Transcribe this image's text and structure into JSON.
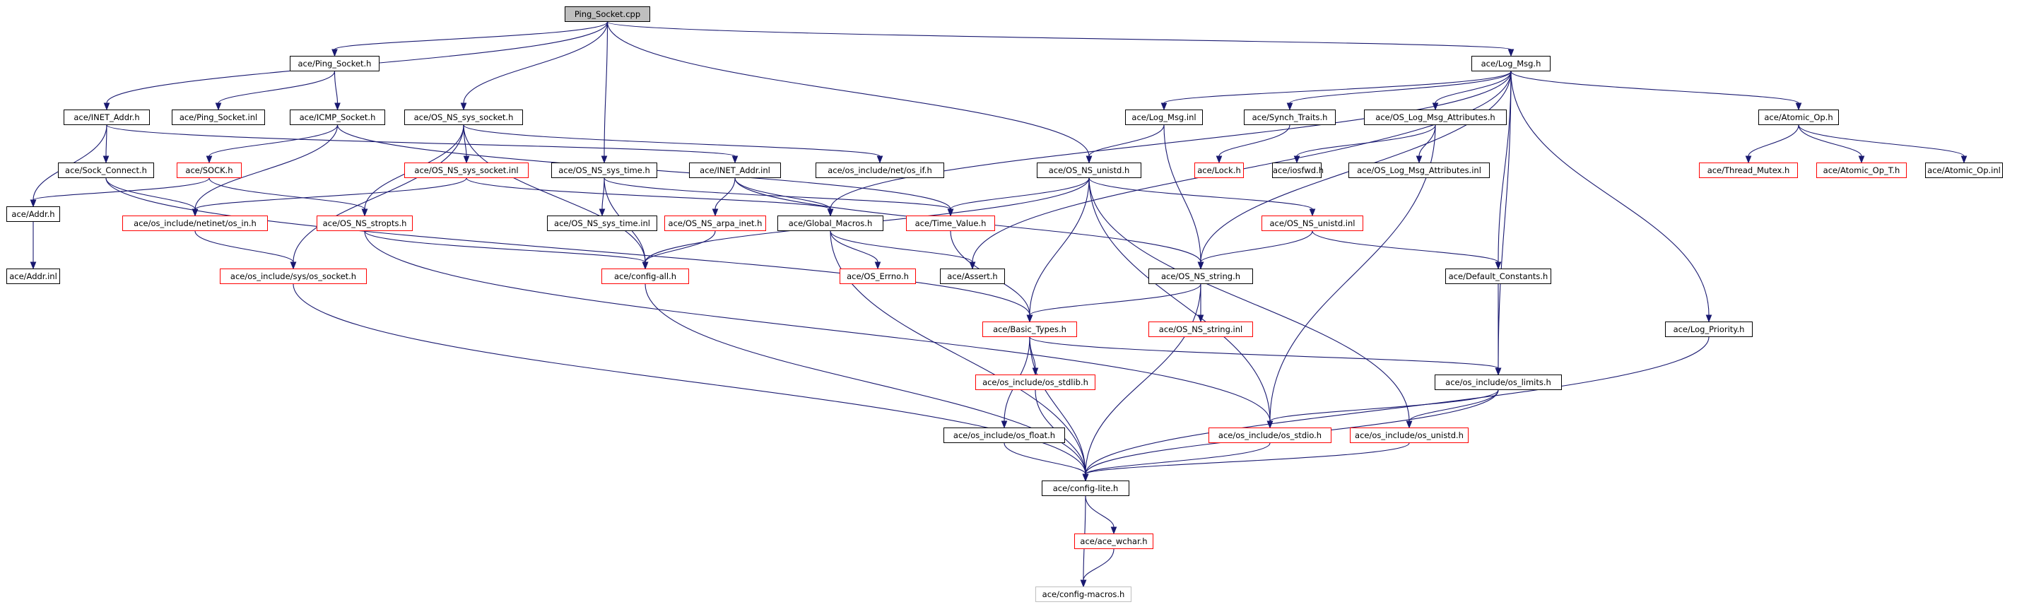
{
  "colors": {
    "edge": "#191970",
    "node_border": "#000000",
    "missing_node_border": "#ff0000",
    "grey_node_border": "#bfbfbf",
    "root_fill": "#bfbfbf"
  },
  "nodes": [
    {
      "id": "n0",
      "label": "Ping_Socket.cpp",
      "style": "root"
    },
    {
      "id": "n1",
      "label": "ace/Ping_Socket.h",
      "style": "normal"
    },
    {
      "id": "n2",
      "label": "ace/Log_Msg.h",
      "style": "normal"
    },
    {
      "id": "n3",
      "label": "ace/INET_Addr.h",
      "style": "normal"
    },
    {
      "id": "n4",
      "label": "ace/Ping_Socket.inl",
      "style": "normal"
    },
    {
      "id": "n5",
      "label": "ace/ICMP_Socket.h",
      "style": "normal"
    },
    {
      "id": "n6",
      "label": "ace/OS_NS_sys_socket.h",
      "style": "normal"
    },
    {
      "id": "n7",
      "label": "ace/Log_Msg.inl",
      "style": "normal"
    },
    {
      "id": "n8",
      "label": "ace/Synch_Traits.h",
      "style": "normal"
    },
    {
      "id": "n9",
      "label": "ace/OS_Log_Msg_Attributes.h",
      "style": "normal"
    },
    {
      "id": "n10",
      "label": "ace/Atomic_Op.h",
      "style": "normal"
    },
    {
      "id": "n11",
      "label": "ace/Sock_Connect.h",
      "style": "normal"
    },
    {
      "id": "n12",
      "label": "ace/SOCK.h",
      "style": "red"
    },
    {
      "id": "n13",
      "label": "ace/OS_NS_sys_socket.inl",
      "style": "red"
    },
    {
      "id": "n14",
      "label": "ace/OS_NS_sys_time.h",
      "style": "normal"
    },
    {
      "id": "n15",
      "label": "ace/INET_Addr.inl",
      "style": "normal"
    },
    {
      "id": "n16",
      "label": "ace/os_include/net/os_if.h",
      "style": "normal"
    },
    {
      "id": "n17",
      "label": "ace/OS_NS_unistd.h",
      "style": "normal"
    },
    {
      "id": "n18",
      "label": "ace/Lock.h",
      "style": "red"
    },
    {
      "id": "n19",
      "label": "ace/iosfwd.h",
      "style": "normal"
    },
    {
      "id": "n20",
      "label": "ace/OS_Log_Msg_Attributes.inl",
      "style": "normal"
    },
    {
      "id": "n21",
      "label": "ace/Thread_Mutex.h",
      "style": "red"
    },
    {
      "id": "n22",
      "label": "ace/Atomic_Op_T.h",
      "style": "red"
    },
    {
      "id": "n23",
      "label": "ace/Atomic_Op.inl",
      "style": "normal"
    },
    {
      "id": "n24",
      "label": "ace/Addr.h",
      "style": "normal"
    },
    {
      "id": "n25",
      "label": "ace/os_include/netinet/os_in.h",
      "style": "red"
    },
    {
      "id": "n26",
      "label": "ace/OS_NS_stropts.h",
      "style": "red"
    },
    {
      "id": "n27",
      "label": "ace/OS_NS_sys_time.inl",
      "style": "normal"
    },
    {
      "id": "n28",
      "label": "ace/OS_NS_arpa_inet.h",
      "style": "red"
    },
    {
      "id": "n29",
      "label": "ace/Global_Macros.h",
      "style": "normal"
    },
    {
      "id": "n30",
      "label": "ace/Time_Value.h",
      "style": "red"
    },
    {
      "id": "n31",
      "label": "ace/OS_NS_unistd.inl",
      "style": "red"
    },
    {
      "id": "n32",
      "label": "ace/Addr.inl",
      "style": "normal"
    },
    {
      "id": "n33",
      "label": "ace/os_include/sys/os_socket.h",
      "style": "red"
    },
    {
      "id": "n34",
      "label": "ace/config-all.h",
      "style": "red"
    },
    {
      "id": "n35",
      "label": "ace/OS_Errno.h",
      "style": "red"
    },
    {
      "id": "n36",
      "label": "ace/Assert.h",
      "style": "normal"
    },
    {
      "id": "n37",
      "label": "ace/OS_NS_string.h",
      "style": "normal"
    },
    {
      "id": "n38",
      "label": "ace/Default_Constants.h",
      "style": "normal"
    },
    {
      "id": "n39",
      "label": "ace/Basic_Types.h",
      "style": "red"
    },
    {
      "id": "n40",
      "label": "ace/OS_NS_string.inl",
      "style": "red"
    },
    {
      "id": "n41",
      "label": "ace/Log_Priority.h",
      "style": "normal"
    },
    {
      "id": "n42",
      "label": "ace/os_include/os_stdlib.h",
      "style": "red"
    },
    {
      "id": "n43",
      "label": "ace/os_include/os_limits.h",
      "style": "normal"
    },
    {
      "id": "n44",
      "label": "ace/os_include/os_float.h",
      "style": "normal"
    },
    {
      "id": "n45",
      "label": "ace/os_include/os_stdio.h",
      "style": "red"
    },
    {
      "id": "n46",
      "label": "ace/os_include/os_unistd.h",
      "style": "red"
    },
    {
      "id": "n47",
      "label": "ace/config-lite.h",
      "style": "normal"
    },
    {
      "id": "n48",
      "label": "ace/ace_wchar.h",
      "style": "red"
    },
    {
      "id": "n49",
      "label": "ace/config-macros.h",
      "style": "grey"
    }
  ],
  "edges": [
    [
      "n0",
      "n1"
    ],
    [
      "n0",
      "n2"
    ],
    [
      "n0",
      "n3"
    ],
    [
      "n0",
      "n6"
    ],
    [
      "n0",
      "n14"
    ],
    [
      "n0",
      "n17"
    ],
    [
      "n1",
      "n4"
    ],
    [
      "n1",
      "n5"
    ],
    [
      "n5",
      "n12"
    ],
    [
      "n5",
      "n25"
    ],
    [
      "n5",
      "n30"
    ],
    [
      "n3",
      "n11"
    ],
    [
      "n3",
      "n24"
    ],
    [
      "n3",
      "n15"
    ],
    [
      "n11",
      "n25"
    ],
    [
      "n11",
      "n39"
    ],
    [
      "n12",
      "n24"
    ],
    [
      "n12",
      "n26"
    ],
    [
      "n24",
      "n32"
    ],
    [
      "n6",
      "n13"
    ],
    [
      "n6",
      "n26"
    ],
    [
      "n6",
      "n33"
    ],
    [
      "n6",
      "n34"
    ],
    [
      "n6",
      "n16"
    ],
    [
      "n13",
      "n25"
    ],
    [
      "n13",
      "n29"
    ],
    [
      "n25",
      "n33"
    ],
    [
      "n26",
      "n34"
    ],
    [
      "n26",
      "n45"
    ],
    [
      "n33",
      "n47"
    ],
    [
      "n14",
      "n27"
    ],
    [
      "n14",
      "n34"
    ],
    [
      "n14",
      "n30"
    ],
    [
      "n15",
      "n28"
    ],
    [
      "n15",
      "n29"
    ],
    [
      "n15",
      "n37"
    ],
    [
      "n28",
      "n34"
    ],
    [
      "n29",
      "n35"
    ],
    [
      "n29",
      "n36"
    ],
    [
      "n29",
      "n47"
    ],
    [
      "n30",
      "n39"
    ],
    [
      "n34",
      "n47"
    ],
    [
      "n2",
      "n7"
    ],
    [
      "n2",
      "n8"
    ],
    [
      "n2",
      "n9"
    ],
    [
      "n2",
      "n10"
    ],
    [
      "n2",
      "n29"
    ],
    [
      "n2",
      "n36"
    ],
    [
      "n2",
      "n38"
    ],
    [
      "n2",
      "n41"
    ],
    [
      "n2",
      "n43"
    ],
    [
      "n2",
      "n37"
    ],
    [
      "n7",
      "n17"
    ],
    [
      "n7",
      "n37"
    ],
    [
      "n8",
      "n18"
    ],
    [
      "n9",
      "n19"
    ],
    [
      "n9",
      "n20"
    ],
    [
      "n9",
      "n45"
    ],
    [
      "n10",
      "n21"
    ],
    [
      "n10",
      "n22"
    ],
    [
      "n10",
      "n23"
    ],
    [
      "n17",
      "n31"
    ],
    [
      "n17",
      "n30"
    ],
    [
      "n17",
      "n39"
    ],
    [
      "n17",
      "n34"
    ],
    [
      "n17",
      "n45"
    ],
    [
      "n17",
      "n46"
    ],
    [
      "n31",
      "n37"
    ],
    [
      "n31",
      "n38"
    ],
    [
      "n37",
      "n39"
    ],
    [
      "n37",
      "n40"
    ],
    [
      "n37",
      "n47"
    ],
    [
      "n38",
      "n43"
    ],
    [
      "n39",
      "n42"
    ],
    [
      "n39",
      "n43"
    ],
    [
      "n39",
      "n44"
    ],
    [
      "n39",
      "n47"
    ],
    [
      "n42",
      "n47"
    ],
    [
      "n43",
      "n45"
    ],
    [
      "n43",
      "n46"
    ],
    [
      "n43",
      "n47"
    ],
    [
      "n44",
      "n47"
    ],
    [
      "n45",
      "n47"
    ],
    [
      "n46",
      "n47"
    ],
    [
      "n41",
      "n47"
    ],
    [
      "n47",
      "n48"
    ],
    [
      "n47",
      "n49"
    ],
    [
      "n48",
      "n49"
    ]
  ]
}
